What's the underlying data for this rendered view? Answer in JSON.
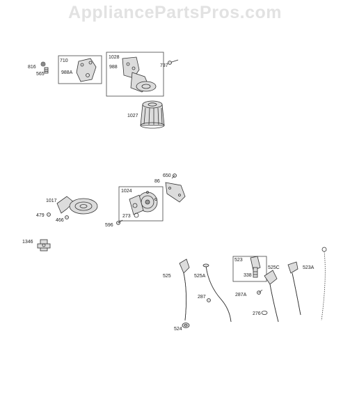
{
  "watermark": "AppliancePartsPros.com",
  "labels": {
    "p816": "816",
    "p565": "565",
    "p710": "710",
    "p988A": "988A",
    "p1028": "1028",
    "p988": "988",
    "p737": "737",
    "p1027": "1027",
    "p650": "650",
    "p86": "86",
    "p1024": "1024",
    "p1017": "1017",
    "p479": "479",
    "p466": "466",
    "p273": "273",
    "p596": "596",
    "p1346": "1346",
    "p523": "523",
    "p338": "338",
    "p525": "525",
    "p525A": "525A",
    "p525C": "525C",
    "p523A": "523A",
    "p287": "287",
    "p287A": "287A",
    "p276": "276",
    "p524": "524"
  },
  "colors": {
    "line": "#333333",
    "fill": "#dcdcdc",
    "watermark": "#e2e2e2"
  }
}
